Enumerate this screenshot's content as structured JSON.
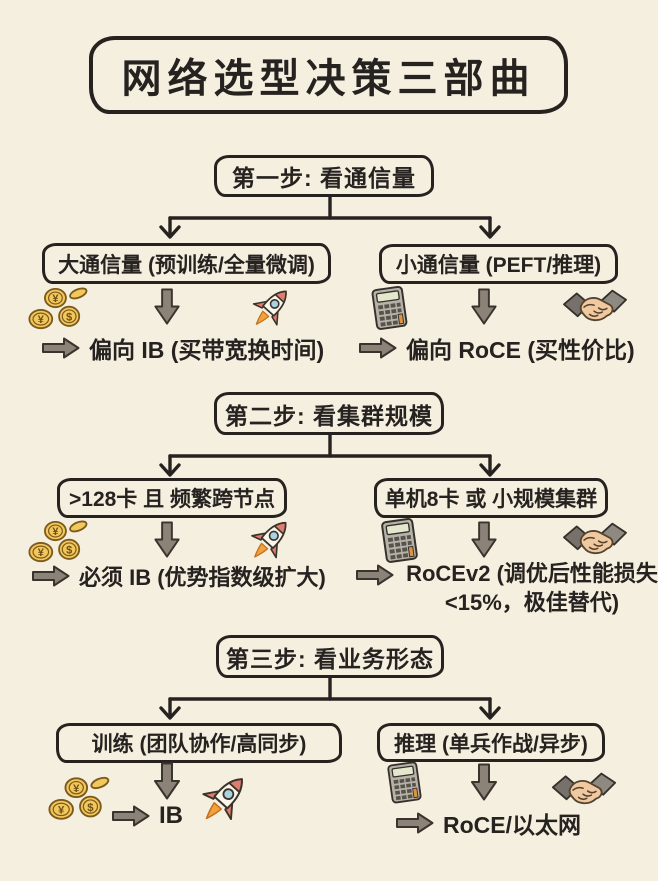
{
  "title": "网络选型决策三部曲",
  "sections": [
    {
      "step": "第一步: 看通信量",
      "left": {
        "condition": "大通信量 (预训练/全量微调)",
        "result": "偏向 IB (买带宽换时间)"
      },
      "right": {
        "condition": "小通信量 (PEFT/推理)",
        "result": "偏向 RoCE (买性价比)"
      }
    },
    {
      "step": "第二步: 看集群规模",
      "left": {
        "condition": ">128卡 且 频繁跨节点",
        "result": "必须 IB (优势指数级扩大)"
      },
      "right": {
        "condition": "单机8卡 或 小规模集群",
        "result": "RoCEv2 (调优后性能损失 <15%，极佳替代)"
      }
    },
    {
      "step": "第三步: 看业务形态",
      "left": {
        "condition": "训练 (团队协作/高同步)",
        "result": "IB"
      },
      "right": {
        "condition": "推理 (单兵作战/异步)",
        "result": "RoCE/以太网"
      }
    }
  ],
  "icons": {
    "left_branch": [
      "coins-icon",
      "down-block-arrow-icon",
      "rocket-icon"
    ],
    "right_branch": [
      "calculator-icon",
      "down-block-arrow-icon",
      "handshake-icon"
    ],
    "result_marker": "right-block-arrow-icon"
  },
  "colors": {
    "background": "#f5efdf",
    "ink": "#262220",
    "arrow_fill": "#8b8278",
    "coin_gold": "#f2c85c"
  }
}
